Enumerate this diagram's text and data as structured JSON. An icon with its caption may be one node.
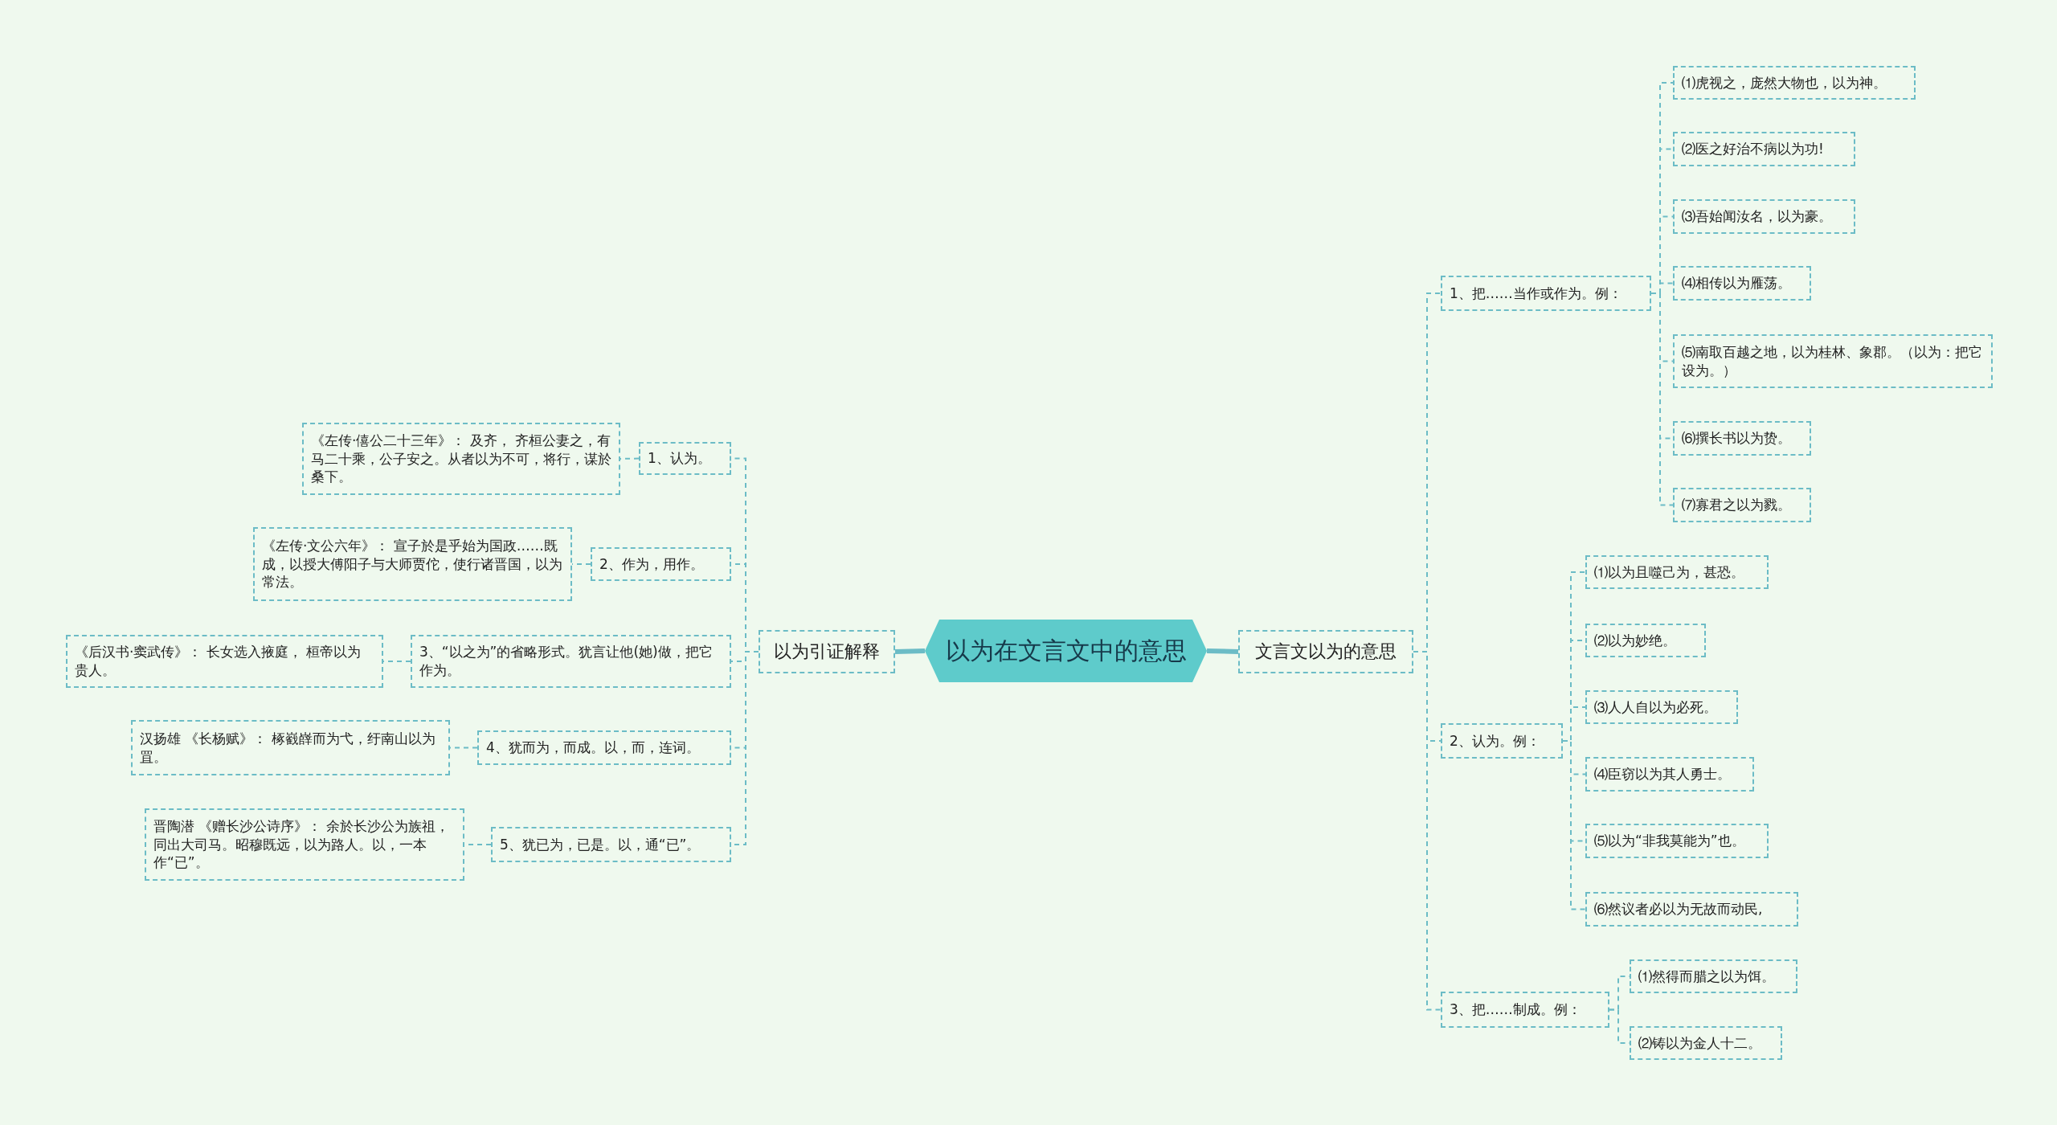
{
  "diagram": {
    "nodes": [
      {
        "text": [
          "以为在文言文中的意思"
        ]
      },
      {
        "text": [
          "以为引证解释"
        ]
      },
      {
        "text": [
          "文言文以为的意思"
        ]
      },
      {
        "text": [
          "1、认为。"
        ]
      },
      {
        "text": [
          "《左传·僖公二十三年》： 及齐， 齐桓公妻之，有马二十乘，公子安之。从者以为不可，将行，谋於桑下。"
        ]
      },
      {
        "text": [
          "2、作为，用作。"
        ]
      },
      {
        "text": [
          "《左传·文公六年》： 宣子於是乎始为国政……既成，以授大傅阳子与大师贾佗，使行诸晋国，以为常法。"
        ]
      },
      {
        "text": [
          "3、“以之为”的省略形式。犹言让他(她)做，把它作为。"
        ]
      },
      {
        "text": [
          "《后汉书·窦武传》： 长女选入掖庭， 桓帝以为贵人。"
        ]
      },
      {
        "text": [
          "4、犹而为，而成。以，而，连词。"
        ]
      },
      {
        "text": [
          "汉扬雄 《长杨赋》： 椓巀嶭而为弋，纡南山以为罝。"
        ]
      },
      {
        "text": [
          "5、犹已为，已是。以，通“已”。"
        ]
      },
      {
        "text": [
          "晋陶潜 《赠长沙公诗序》： 余於长沙公为族祖，同出大司马。昭穆既远，以为路人。以，一本作“已”。"
        ]
      },
      {
        "text": [
          "1、把……当作或作为。例："
        ]
      },
      {
        "text": [
          "⑴虎视之，庞然大物也，以为神。"
        ]
      },
      {
        "text": [
          "⑵医之好治不病以为功!"
        ]
      },
      {
        "text": [
          "⑶吾始闻汝名，以为豪。"
        ]
      },
      {
        "text": [
          "⑷相传以为雁荡。"
        ]
      },
      {
        "text": [
          "⑸南取百越之地，以为桂林、象郡。（以为：把它设为。）"
        ]
      },
      {
        "text": [
          "⑹撰长书以为贽。"
        ]
      },
      {
        "text": [
          "⑺寡君之以为戮。"
        ]
      },
      {
        "text": [
          "2、认为。例："
        ]
      },
      {
        "text": [
          "⑴以为且噬己为，甚恐。"
        ]
      },
      {
        "text": [
          "⑵以为妙绝。"
        ]
      },
      {
        "text": [
          "⑶人人自以为必死。"
        ]
      },
      {
        "text": [
          "⑷臣窃以为其人勇士。"
        ]
      },
      {
        "text": [
          "⑸以为“非我莫能为”也。"
        ]
      },
      {
        "text": [
          "⑹然议者必以为无故而动民,"
        ]
      },
      {
        "text": [
          "3、把……制成。例："
        ]
      },
      {
        "text": [
          "⑴然得而腊之以为饵。"
        ]
      },
      {
        "text": [
          "⑵铸以为金人十二。"
        ]
      }
    ],
    "edges": [
      {
        "from": 0,
        "to": 1,
        "arrow": "none",
        "style": "thick"
      },
      {
        "from": 0,
        "to": 2,
        "arrow": "none",
        "style": "thick"
      },
      {
        "from": 1,
        "to": 3,
        "arrow": "none",
        "style": "dashed"
      },
      {
        "from": 3,
        "to": 4,
        "arrow": "none",
        "style": "dashed"
      },
      {
        "from": 1,
        "to": 5,
        "arrow": "none",
        "style": "dashed"
      },
      {
        "from": 5,
        "to": 6,
        "arrow": "none",
        "style": "dashed"
      },
      {
        "from": 1,
        "to": 7,
        "arrow": "none",
        "style": "dashed"
      },
      {
        "from": 7,
        "to": 8,
        "arrow": "none",
        "style": "dashed"
      },
      {
        "from": 1,
        "to": 9,
        "arrow": "none",
        "style": "dashed"
      },
      {
        "from": 9,
        "to": 10,
        "arrow": "none",
        "style": "dashed"
      },
      {
        "from": 1,
        "to": 11,
        "arrow": "none",
        "style": "dashed"
      },
      {
        "from": 11,
        "to": 12,
        "arrow": "none",
        "style": "dashed"
      },
      {
        "from": 2,
        "to": 13,
        "arrow": "none",
        "style": "dashed"
      },
      {
        "from": 13,
        "to": 14,
        "arrow": "none",
        "style": "dashed"
      },
      {
        "from": 13,
        "to": 15,
        "arrow": "none",
        "style": "dashed"
      },
      {
        "from": 13,
        "to": 16,
        "arrow": "none",
        "style": "dashed"
      },
      {
        "from": 13,
        "to": 17,
        "arrow": "none",
        "style": "dashed"
      },
      {
        "from": 13,
        "to": 18,
        "arrow": "none",
        "style": "dashed"
      },
      {
        "from": 13,
        "to": 19,
        "arrow": "none",
        "style": "dashed"
      },
      {
        "from": 13,
        "to": 20,
        "arrow": "none",
        "style": "dashed"
      },
      {
        "from": 2,
        "to": 21,
        "arrow": "none",
        "style": "dashed"
      },
      {
        "from": 21,
        "to": 22,
        "arrow": "none",
        "style": "dashed"
      },
      {
        "from": 21,
        "to": 23,
        "arrow": "none",
        "style": "dashed"
      },
      {
        "from": 21,
        "to": 24,
        "arrow": "none",
        "style": "dashed"
      },
      {
        "from": 21,
        "to": 25,
        "arrow": "none",
        "style": "dashed"
      },
      {
        "from": 21,
        "to": 26,
        "arrow": "none",
        "style": "dashed"
      },
      {
        "from": 21,
        "to": 27,
        "arrow": "none",
        "style": "dashed"
      },
      {
        "from": 2,
        "to": 28,
        "arrow": "none",
        "style": "dashed"
      },
      {
        "from": 28,
        "to": 29,
        "arrow": "none",
        "style": "dashed"
      },
      {
        "from": 28,
        "to": 30,
        "arrow": "none",
        "style": "dashed"
      }
    ]
  }
}
